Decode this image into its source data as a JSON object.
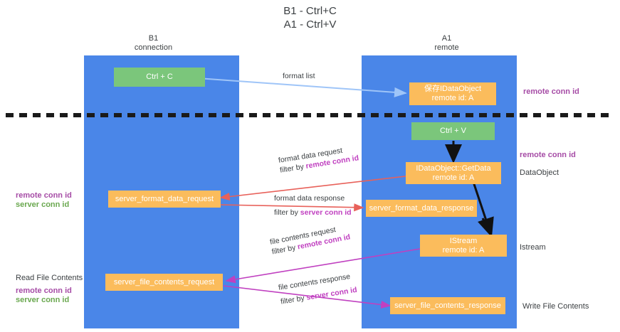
{
  "title": {
    "line1": "B1 - Ctrl+C",
    "line2": "A1 - Ctrl+V"
  },
  "columns": [
    {
      "name": "B1",
      "sub": "connection"
    },
    {
      "name": "A1",
      "sub": "remote"
    }
  ],
  "boxes": {
    "ctrl_c": "Ctrl + C",
    "ctrl_v": "Ctrl + V",
    "save_idataobject_l1": "保存IDataObject",
    "save_idataobject_l2": "remote id: A",
    "getdata_l1": "IDataObject::GetData",
    "getdata_l2": "remote id: A",
    "istream_l1": "IStream",
    "istream_l2": "remote id: A",
    "server_format_data_request": "server_format_data_request",
    "server_format_data_response": "server_format_data_response",
    "server_file_contents_request": "server_file_contents_request",
    "server_file_contents_response": "server_file_contents_response"
  },
  "edge_labels": {
    "format_list": "format list",
    "format_data_request": "format data request",
    "format_data_request_filter_prefix": "filter by ",
    "format_data_request_filter_key": "remote conn id",
    "format_data_response": "format data response",
    "format_data_response_filter_prefix": "filter by ",
    "format_data_response_filter_key": "server conn id",
    "file_contents_request": "file contents request",
    "file_contents_request_filter_prefix": "filter by ",
    "file_contents_request_filter_key": "remote conn id",
    "file_contents_response": "file contents response",
    "file_contents_response_filter_prefix": "filter by ",
    "file_contents_response_filter_key": "server conn id"
  },
  "right_labels": {
    "remote_conn_id_top": "remote conn id",
    "remote_conn_id_mid": "remote conn id",
    "dataobject": "DataObject",
    "istream": "Istream",
    "write_file_contents": "Write File Contents"
  },
  "left_labels": {
    "remote_conn_id_mid": "remote conn id",
    "server_conn_id_mid": "server conn id",
    "read_file_contents": "Read File Contents",
    "remote_conn_id_bottom": "remote conn id",
    "server_conn_id_bottom": "server conn id"
  },
  "colors": {
    "lane": "#4a86e8",
    "green_box": "#7bc67b",
    "orange_box": "#fbbc5c",
    "purple_text": "#a64ca6",
    "green_text": "#6aa84f",
    "magenta_text": "#c040c0",
    "arrow_blue": "#9fc5f8",
    "arrow_red": "#e8615a",
    "arrow_magenta": "#c040c0",
    "arrow_black": "#000000",
    "divider": "#1a1a1a"
  }
}
